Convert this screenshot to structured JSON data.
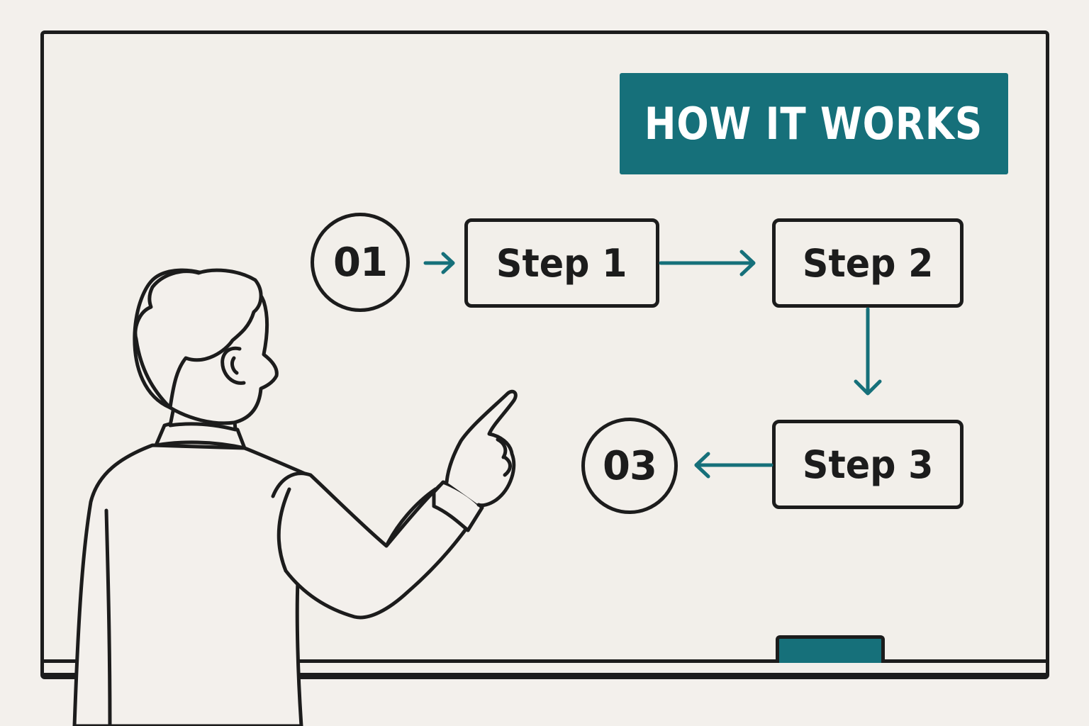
{
  "title": "HOW IT WORKS",
  "colors": {
    "accent": "#16707a",
    "ink": "#1c1c1c",
    "board": "#f2efea",
    "background": "#f3f0ec"
  },
  "flow": {
    "start_number": "01",
    "end_number": "03",
    "steps": [
      "Step 1",
      "Step 2",
      "Step 3"
    ]
  },
  "illustration": {
    "figure": "person-pointing",
    "icons": [
      "whiteboard-icon",
      "eraser-icon",
      "arrow-right-icon",
      "arrow-down-icon",
      "arrow-left-icon"
    ]
  }
}
